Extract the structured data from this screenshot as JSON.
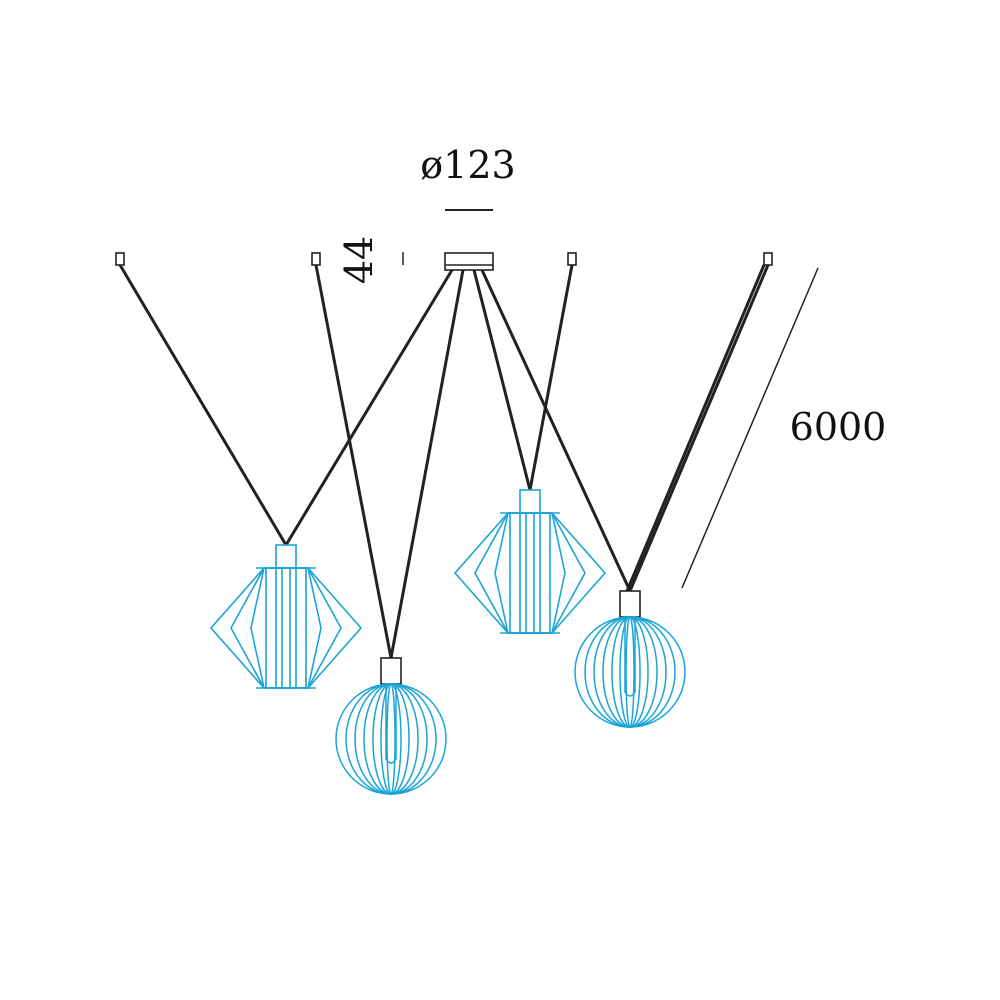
{
  "dimensions": {
    "canopy_diameter": "ø123",
    "canopy_height": "44",
    "cable_length": "6000"
  },
  "colors": {
    "shade": "#1aa5d6",
    "cable": "#222222"
  },
  "lamps": [
    {
      "shape": "diamond"
    },
    {
      "shape": "globe"
    },
    {
      "shape": "diamond"
    },
    {
      "shape": "globe"
    }
  ]
}
